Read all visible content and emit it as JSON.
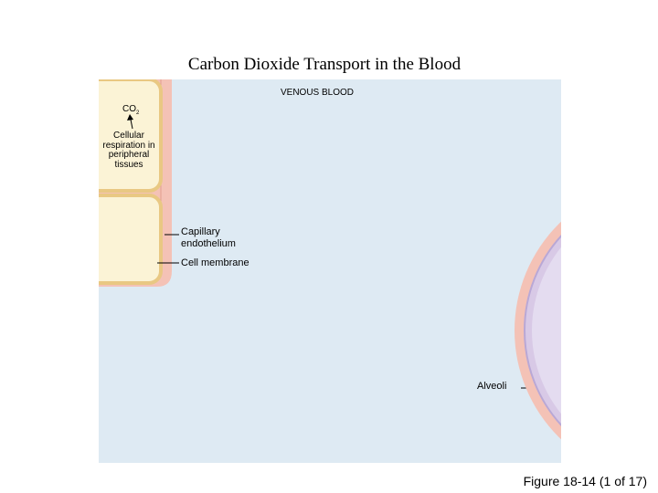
{
  "title": "Carbon Dioxide Transport in the Blood",
  "labels": {
    "venous_blood": "VENOUS BLOOD",
    "co2_main": "CO",
    "co2_sub": "2",
    "cellular_respiration": "Cellular respiration in peripheral tissues",
    "capillary_endothelium": "Capillary endothelium",
    "cell_membrane": "Cell membrane",
    "alveoli": "Alveoli"
  },
  "figure_caption": "Figure 18-14 (1 of 17)",
  "colors": {
    "blood_plasma": "#deeaf3",
    "endothelium": "#f4c2b6",
    "tissue_cell": "#fbf3d6",
    "tissue_membrane": "#e9c883",
    "alveolar_fill": "#e4dcf0",
    "alveolar_border": "#b9a8d6"
  }
}
